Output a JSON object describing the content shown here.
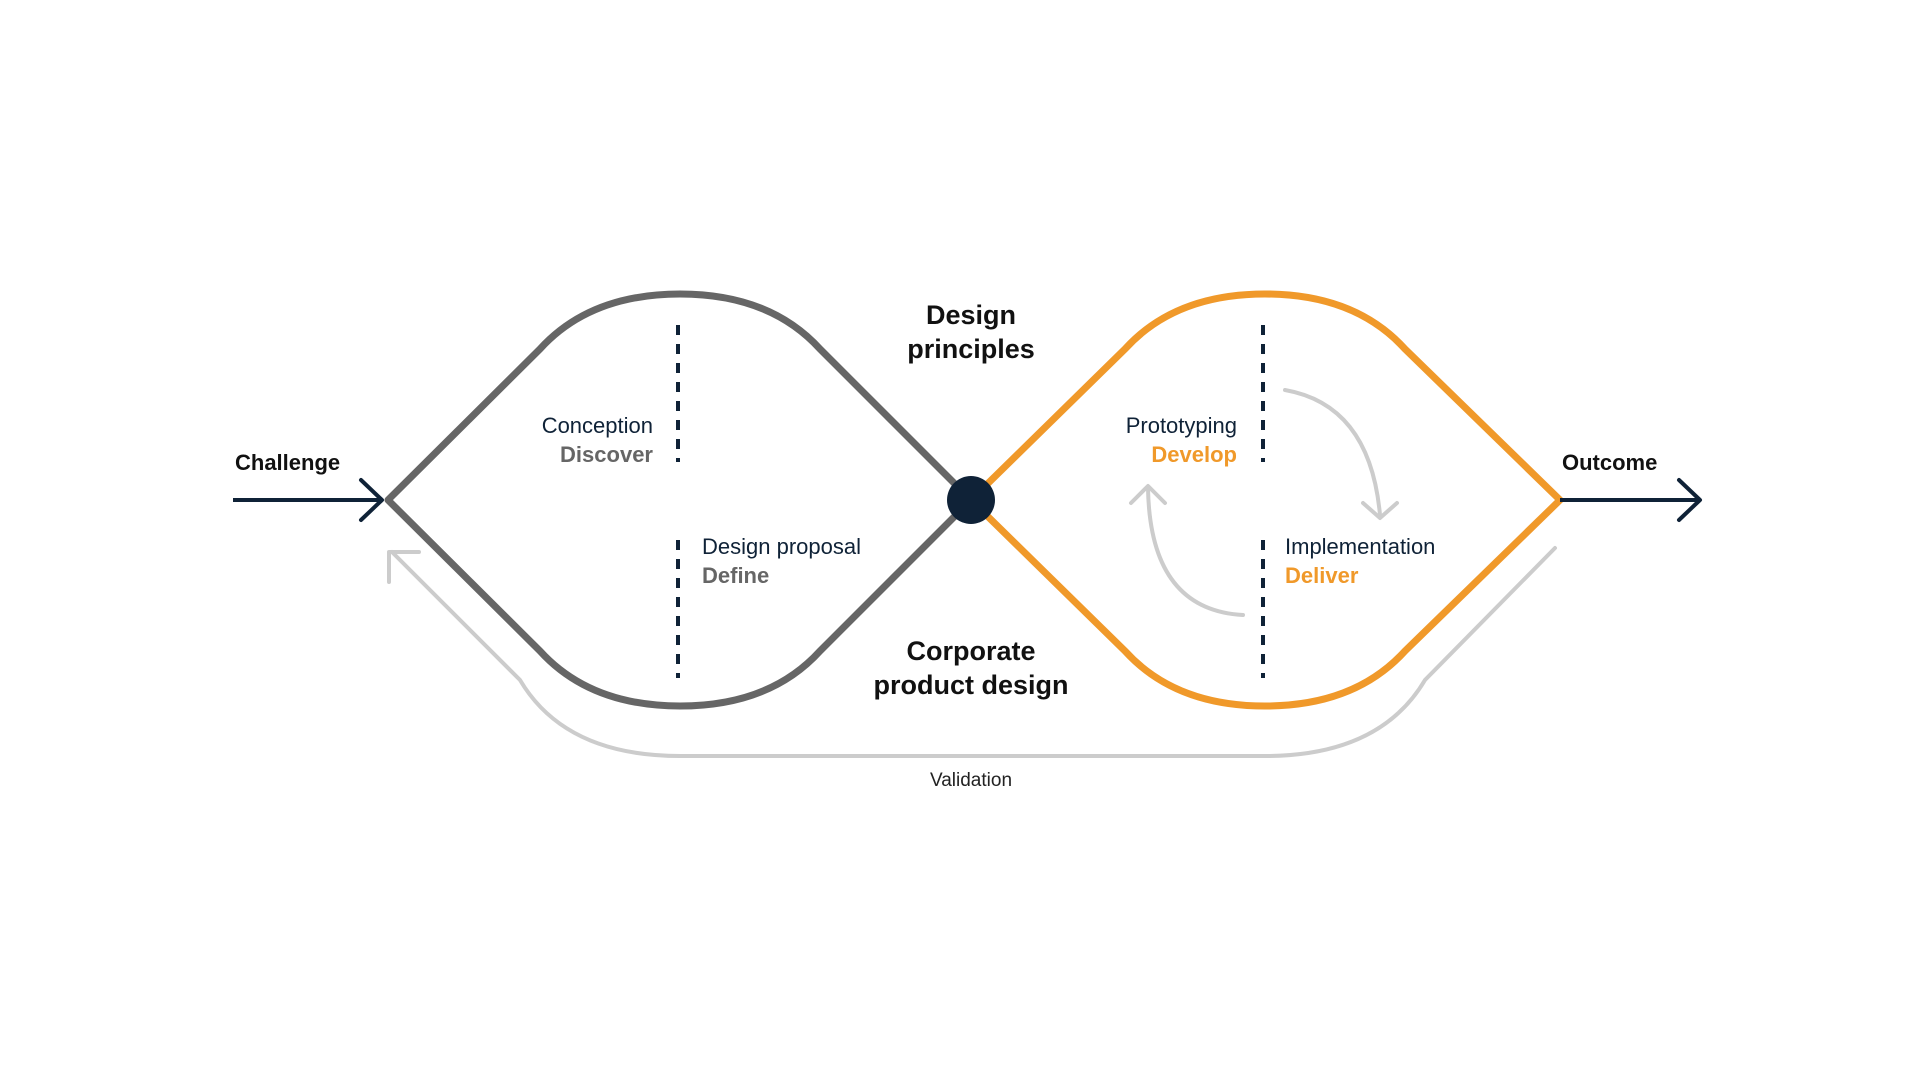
{
  "colors": {
    "navy": "#0f2237",
    "gray": "#666666",
    "orange": "#f0992a",
    "light_gray": "#cccccc"
  },
  "labels": {
    "challenge": "Challenge",
    "outcome": "Outcome",
    "design_principles_line1": "Design",
    "design_principles_line2": "principles",
    "corporate_line1": "Corporate",
    "corporate_line2": "product design",
    "validation": "Validation"
  },
  "phases": {
    "conception": {
      "title": "Conception",
      "subtitle": "Discover"
    },
    "design_proposal": {
      "title": "Design proposal",
      "subtitle": "Define"
    },
    "prototyping": {
      "title": "Prototyping",
      "subtitle": "Develop"
    },
    "implementation": {
      "title": "Implementation",
      "subtitle": "Deliver"
    }
  },
  "icons": {
    "cycle_arrows": "cycle-arrows-icon",
    "validation_arrow": "validation-arrow-icon",
    "center_node": "center-node-icon"
  }
}
